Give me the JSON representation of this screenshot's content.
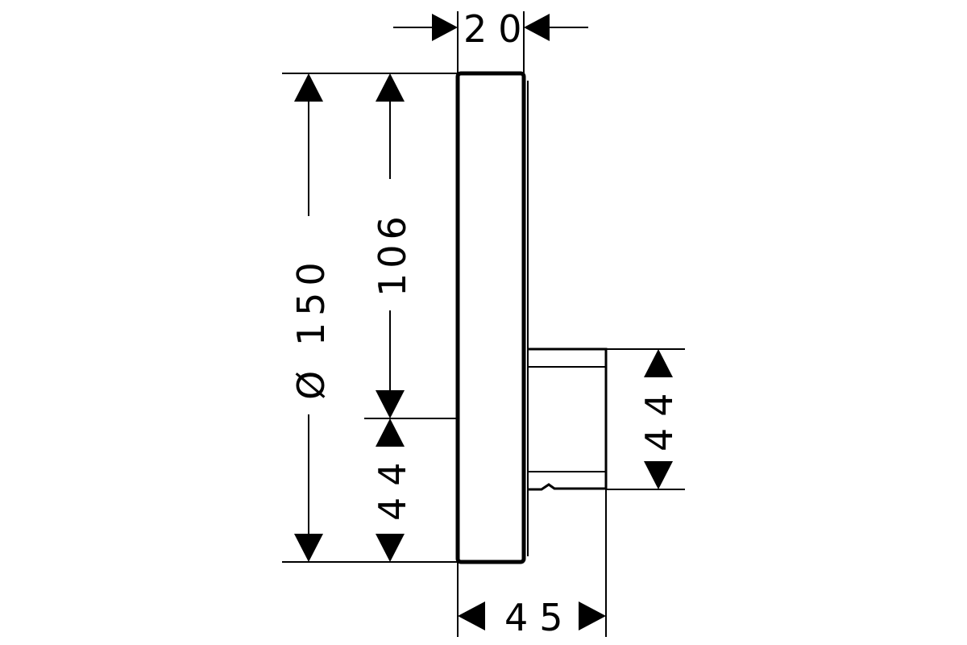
{
  "drawing": {
    "dimensions": {
      "top_width": "20",
      "outer_diameter": "Ø 150",
      "inner_height": "106",
      "lower_offset": "44",
      "right_height": "44",
      "bottom_depth": "45"
    }
  }
}
